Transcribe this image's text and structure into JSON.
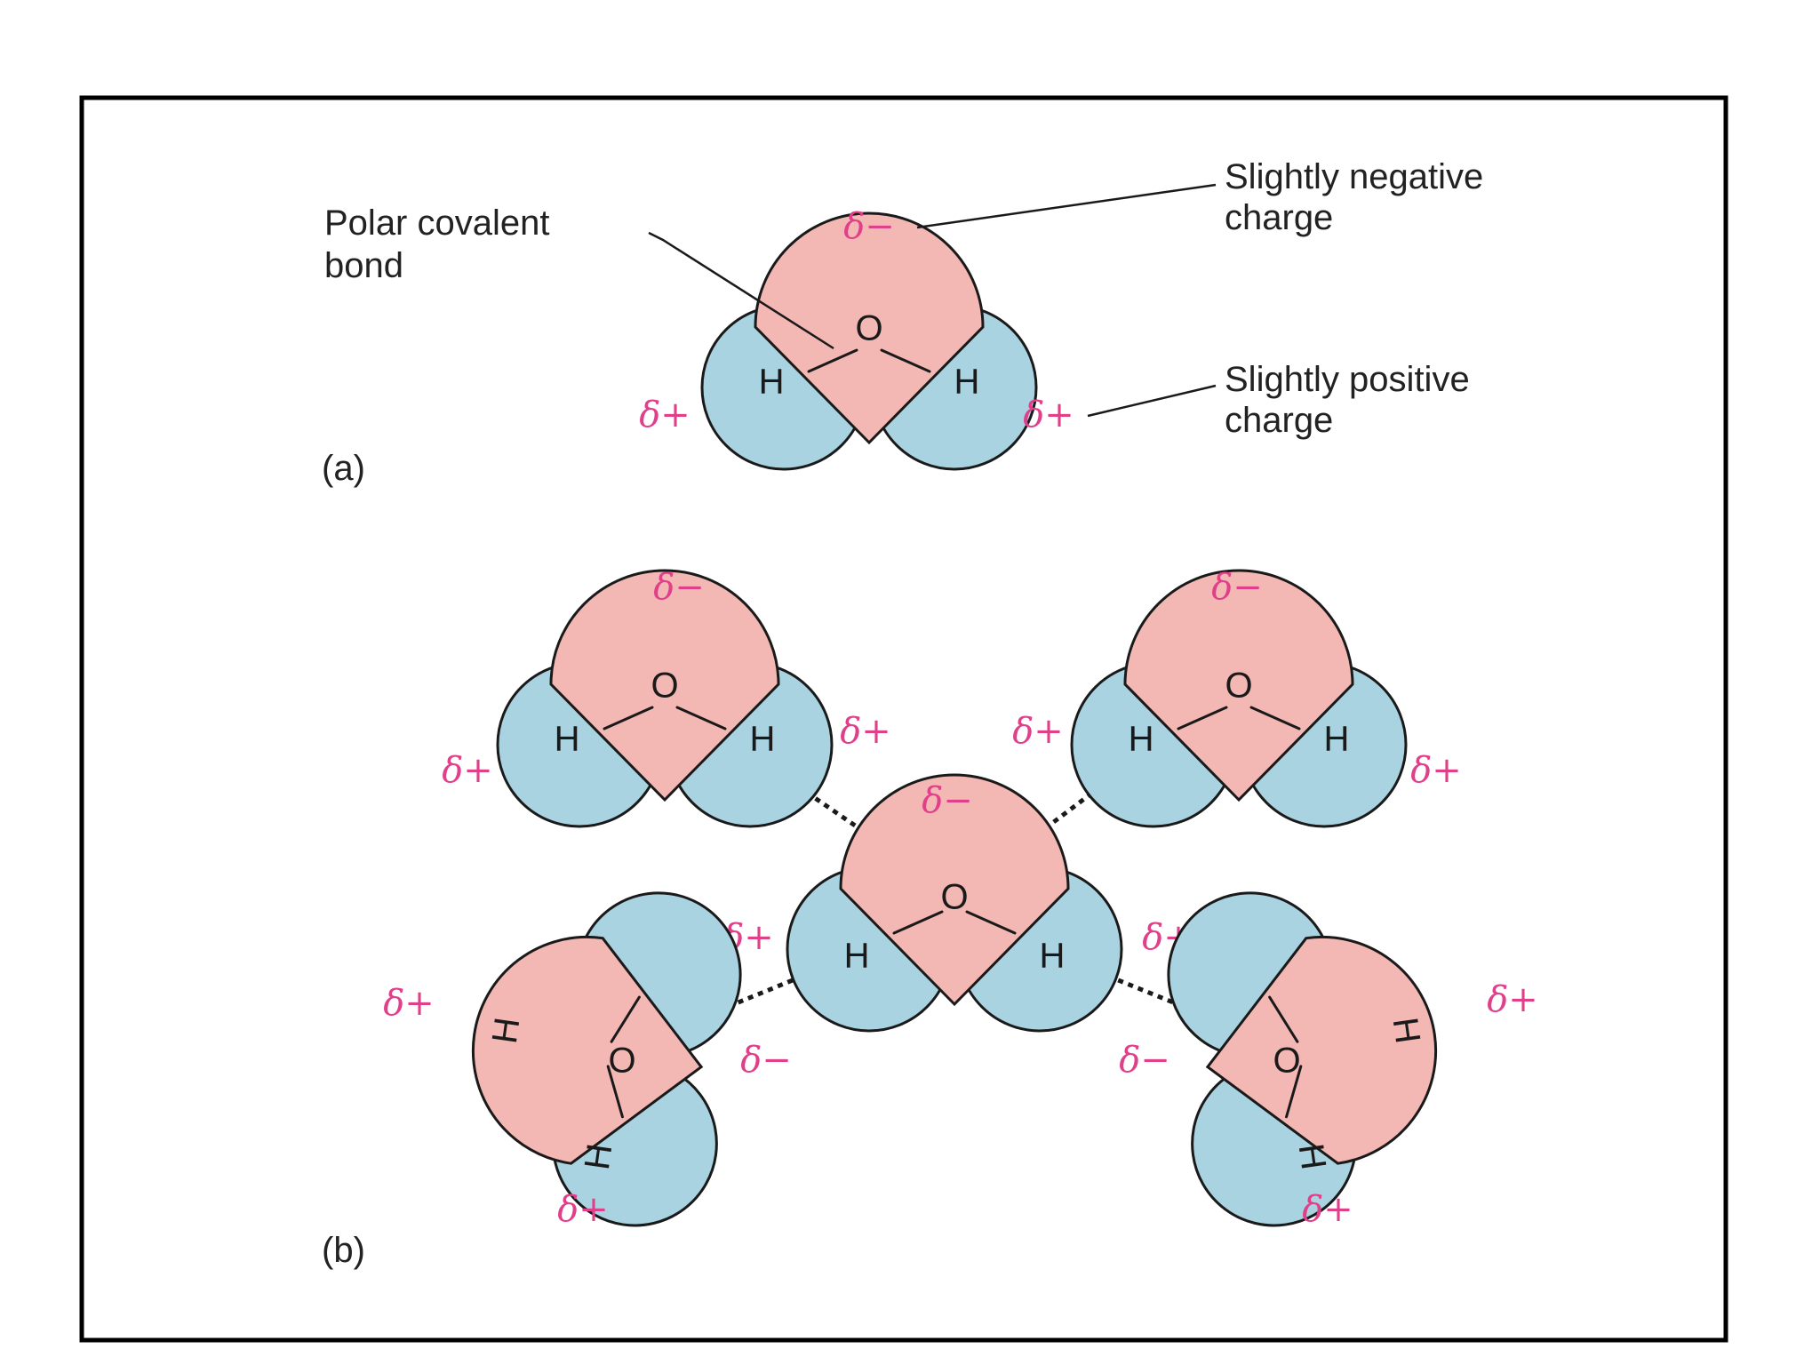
{
  "labels": {
    "polar_bond_line1": "Polar covalent",
    "polar_bond_line2": "bond",
    "neg_line1": "Slightly negative",
    "neg_line2": "charge",
    "pos_line1": "Slightly positive",
    "pos_line2": "charge",
    "panel_a": "(a)",
    "panel_b": "(b)"
  },
  "atoms": {
    "oxygen": "O",
    "hydrogen": "H"
  },
  "charges": {
    "negative": "δ−",
    "positive": "δ+"
  },
  "colors": {
    "oxygen_region": "#f4b8b4",
    "hydrogen_region": "#a9d3e1",
    "charge_text": "#e0408a"
  }
}
